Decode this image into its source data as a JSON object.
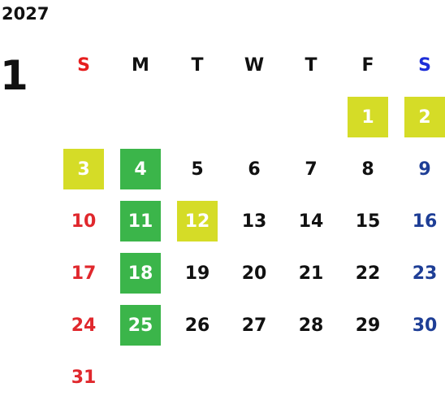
{
  "calendar": {
    "year": "2027",
    "month": "1",
    "weekdays": [
      "S",
      "M",
      "T",
      "W",
      "T",
      "F",
      "S"
    ],
    "colors": {
      "sunday": "#e0282d",
      "saturday": "#1e3e96",
      "weekday": "#111111",
      "holiday_tile": "#d5dc27",
      "marked_tile": "#3bb54a"
    },
    "days": {
      "d1": "1",
      "d2": "2",
      "d3": "3",
      "d4": "4",
      "d5": "5",
      "d6": "6",
      "d7": "7",
      "d8": "8",
      "d9": "9",
      "d10": "10",
      "d11": "11",
      "d12": "12",
      "d13": "13",
      "d14": "14",
      "d15": "15",
      "d16": "16",
      "d17": "17",
      "d18": "18",
      "d19": "19",
      "d20": "20",
      "d21": "21",
      "d22": "22",
      "d23": "23",
      "d24": "24",
      "d25": "25",
      "d26": "26",
      "d27": "27",
      "d28": "28",
      "d29": "29",
      "d30": "30",
      "d31": "31"
    }
  }
}
